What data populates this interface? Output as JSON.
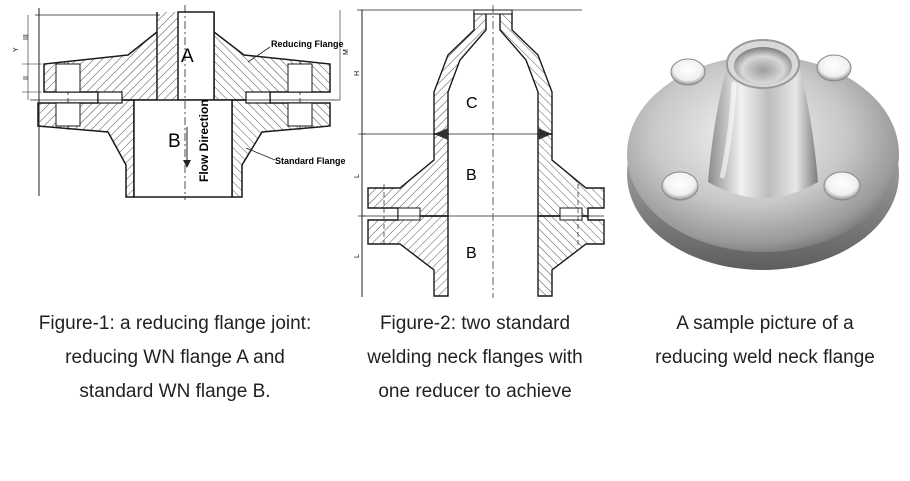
{
  "figure1": {
    "label_a": "A",
    "label_b": "B",
    "flow_direction": "Flow Direction",
    "reducing_flange_label": "Reducing Flange",
    "standard_flange_label": "Standard  Flange",
    "dim_labels": [
      "Y",
      "III",
      "II",
      "M"
    ],
    "caption_lines": [
      "Figure-1: a reducing flange joint:",
      "reducing WN flange A and",
      "standard WN flange B."
    ]
  },
  "figure2": {
    "label_c": "C",
    "label_b_upper": "B",
    "label_b_lower": "B",
    "dim_labels": [
      "H",
      "L",
      "L"
    ],
    "caption_lines": [
      "Figure-2: two standard",
      "welding neck flanges with",
      "one reducer to achieve"
    ]
  },
  "figure3": {
    "caption_lines": [
      "A sample picture of a",
      "reducing weld neck flange"
    ]
  },
  "colors": {
    "line": "#1a1a1a",
    "hatch": "#555555",
    "metal_light": "#eeeeee",
    "metal_mid": "#b9b9b9",
    "metal_dark": "#6f6f6f"
  }
}
